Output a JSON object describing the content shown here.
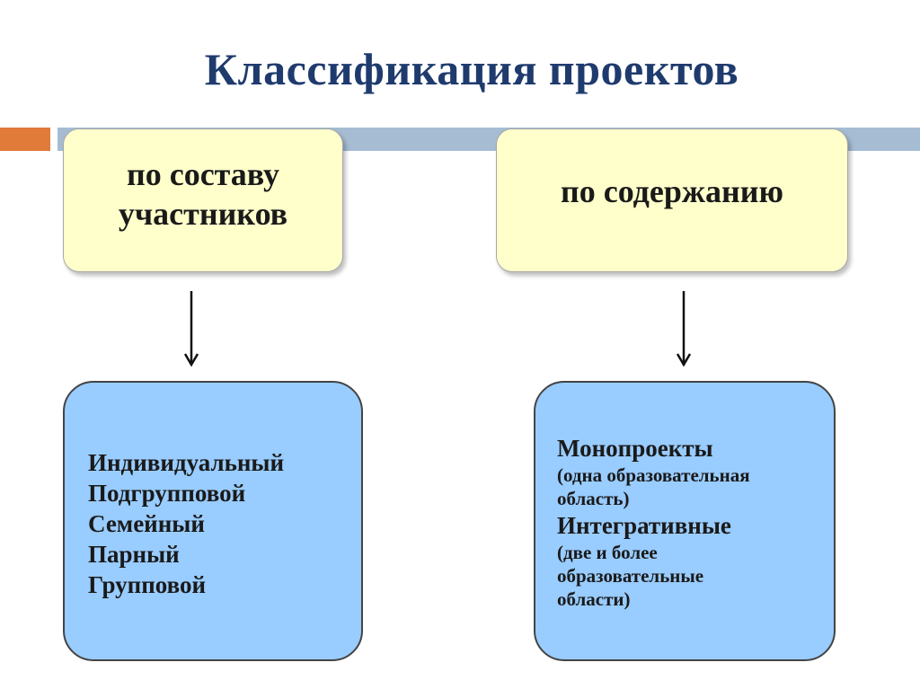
{
  "title": "Классификация проектов",
  "categories": [
    {
      "lines": [
        "по составу",
        "участников"
      ],
      "items": [
        "Индивидуальный",
        "Подгрупповой",
        "Семейный",
        "Парный",
        "Групповой"
      ]
    },
    {
      "lines": [
        "по содержанию"
      ],
      "items": [
        {
          "text": "Монопроекты",
          "style": "big"
        },
        {
          "text": "(одна образовательная",
          "style": "small"
        },
        {
          "text": "область)",
          "style": "small"
        },
        {
          "text": "Интегративные",
          "style": "big"
        },
        {
          "text": "(две и более",
          "style": "small"
        },
        {
          "text": "образовательные",
          "style": "small"
        },
        {
          "text": "области)",
          "style": "small"
        }
      ]
    }
  ],
  "colors": {
    "title": "#1f3b6e",
    "accent": "#e07b39",
    "header_bar": "#a6bcd3",
    "category_fill": "#ffffcc",
    "list_fill": "#99ccff"
  },
  "icons": [
    "arrow-down-icon"
  ]
}
